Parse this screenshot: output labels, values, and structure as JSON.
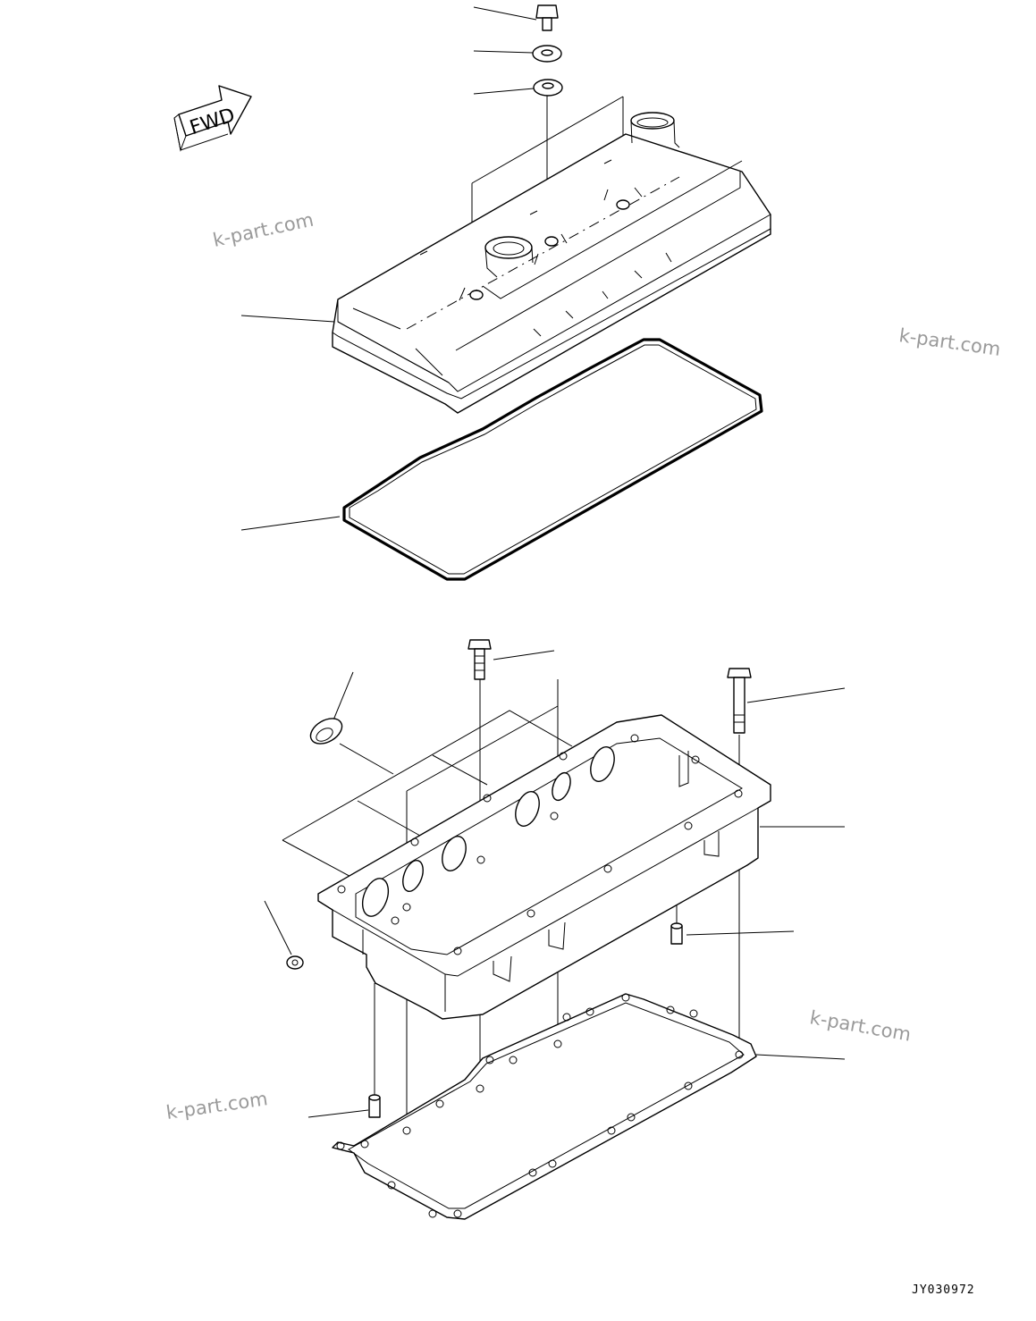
{
  "diagram": {
    "fwd_label": "FWD",
    "figure_code": "JY030972",
    "watermarks": [
      "k-part.com",
      "k-part.com",
      "k-part.com",
      "k-part.com"
    ]
  }
}
